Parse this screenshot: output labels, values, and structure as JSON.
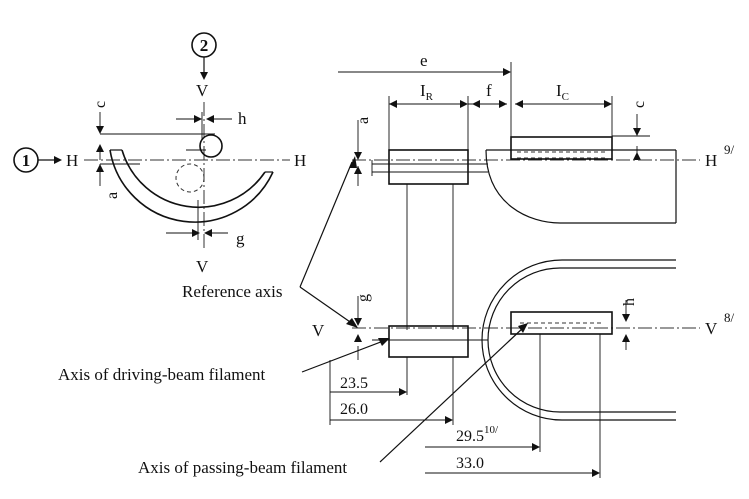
{
  "labels": {
    "callout_1": "1",
    "callout_2": "2",
    "H": "H",
    "V": "V",
    "a": "a",
    "c": "c",
    "e": "e",
    "f": "f",
    "g": "g",
    "h": "h",
    "I": "I",
    "R": "R",
    "C": "C",
    "note_9": "9/",
    "note_8": "8/",
    "note_10": "10/",
    "reference_axis": "Reference axis",
    "driving_beam": "Axis of driving-beam filament",
    "passing_beam": "Axis of passing-beam filament"
  },
  "dimensions": {
    "d1": "23.5",
    "d2": "26.0",
    "d3": "29.5",
    "d4": "33.0"
  }
}
